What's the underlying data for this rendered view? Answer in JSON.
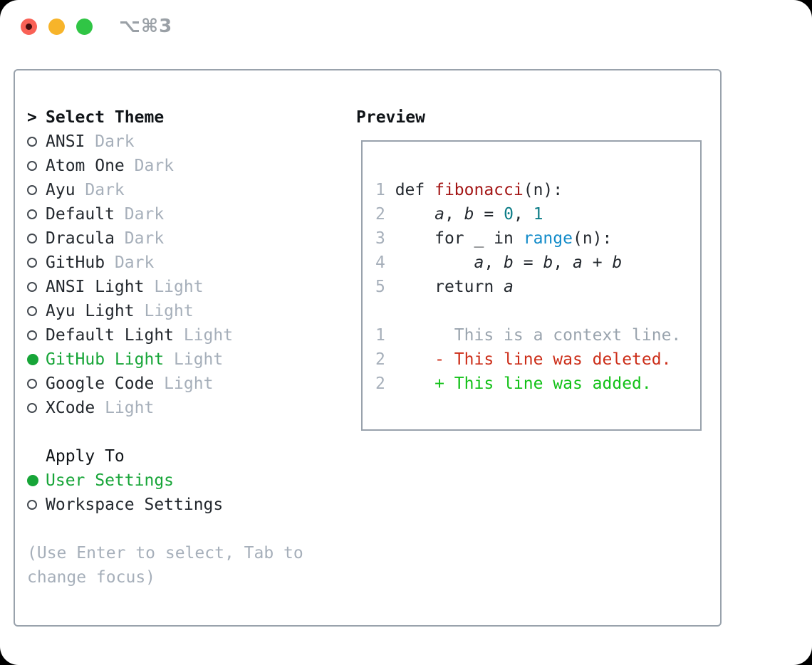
{
  "titlebar": {
    "title": "⌥⌘3",
    "traffic_lights": [
      "close-button",
      "minimize-button",
      "zoom-button"
    ]
  },
  "colors": {
    "accent_green": "#17a538",
    "added_green": "#12c117",
    "deleted_red": "#cc2d18",
    "function_red": "#a31515",
    "number_teal": "#0d7d87",
    "call_blue": "#128bc9",
    "muted_gray": "#a6afba",
    "border_gray": "#99a2ac",
    "text_dark": "#23282e",
    "title_gray": "#9aa0a6",
    "traffic_red": "#f96156",
    "traffic_yellow": "#f7b42a",
    "traffic_green": "#30c545"
  },
  "theme_picker": {
    "header_prefix": ">",
    "header": "Select Theme",
    "items": [
      {
        "name": "ANSI",
        "variant": "Dark",
        "selected": false
      },
      {
        "name": "Atom One",
        "variant": "Dark",
        "selected": false
      },
      {
        "name": "Ayu",
        "variant": "Dark",
        "selected": false
      },
      {
        "name": "Default",
        "variant": "Dark",
        "selected": false
      },
      {
        "name": "Dracula",
        "variant": "Dark",
        "selected": false
      },
      {
        "name": "GitHub",
        "variant": "Dark",
        "selected": false
      },
      {
        "name": "ANSI Light",
        "variant": "Light",
        "selected": false
      },
      {
        "name": "Ayu Light",
        "variant": "Light",
        "selected": false
      },
      {
        "name": "Default Light",
        "variant": "Light",
        "selected": false
      },
      {
        "name": "GitHub Light",
        "variant": "Light",
        "selected": true
      },
      {
        "name": "Google Code",
        "variant": "Light",
        "selected": false
      },
      {
        "name": "XCode",
        "variant": "Light",
        "selected": false
      }
    ]
  },
  "apply_to": {
    "header": "Apply To",
    "options": [
      {
        "label": "User Settings",
        "selected": true
      },
      {
        "label": "Workspace Settings",
        "selected": false
      }
    ]
  },
  "hint": [
    "(Use Enter to select, Tab to",
    "change focus)"
  ],
  "preview": {
    "header": "Preview",
    "code_lines": [
      {
        "num": "1",
        "segments": [
          {
            "t": "def ",
            "c": "kw"
          },
          {
            "t": "fibonacci",
            "c": "fn"
          },
          {
            "t": "(n):",
            "c": "pl"
          }
        ]
      },
      {
        "num": "2",
        "segments": [
          {
            "t": "    ",
            "c": "pl"
          },
          {
            "t": "a",
            "c": "vr"
          },
          {
            "t": ", ",
            "c": "pl"
          },
          {
            "t": "b",
            "c": "vr"
          },
          {
            "t": " = ",
            "c": "pl"
          },
          {
            "t": "0",
            "c": "nm"
          },
          {
            "t": ", ",
            "c": "pl"
          },
          {
            "t": "1",
            "c": "nm"
          }
        ]
      },
      {
        "num": "3",
        "segments": [
          {
            "t": "    for _ in ",
            "c": "pl"
          },
          {
            "t": "range",
            "c": "cl"
          },
          {
            "t": "(n):",
            "c": "pl"
          }
        ]
      },
      {
        "num": "4",
        "segments": [
          {
            "t": "        ",
            "c": "pl"
          },
          {
            "t": "a",
            "c": "vr"
          },
          {
            "t": ", ",
            "c": "pl"
          },
          {
            "t": "b",
            "c": "vr"
          },
          {
            "t": " = ",
            "c": "pl"
          },
          {
            "t": "b",
            "c": "vr"
          },
          {
            "t": ", ",
            "c": "pl"
          },
          {
            "t": "a",
            "c": "vr"
          },
          {
            "t": " + ",
            "c": "pl"
          },
          {
            "t": "b",
            "c": "vr"
          }
        ]
      },
      {
        "num": "5",
        "segments": [
          {
            "t": "    return ",
            "c": "pl"
          },
          {
            "t": "a",
            "c": "vr"
          }
        ]
      },
      {
        "num": "",
        "segments": []
      },
      {
        "num": "1",
        "segments": [
          {
            "t": "      This is a context line.",
            "c": "ctx"
          }
        ]
      },
      {
        "num": "2",
        "segments": [
          {
            "t": "    - This line was deleted.",
            "c": "del"
          }
        ]
      },
      {
        "num": "2",
        "segments": [
          {
            "t": "    + This line was added.",
            "c": "add"
          }
        ]
      }
    ]
  }
}
